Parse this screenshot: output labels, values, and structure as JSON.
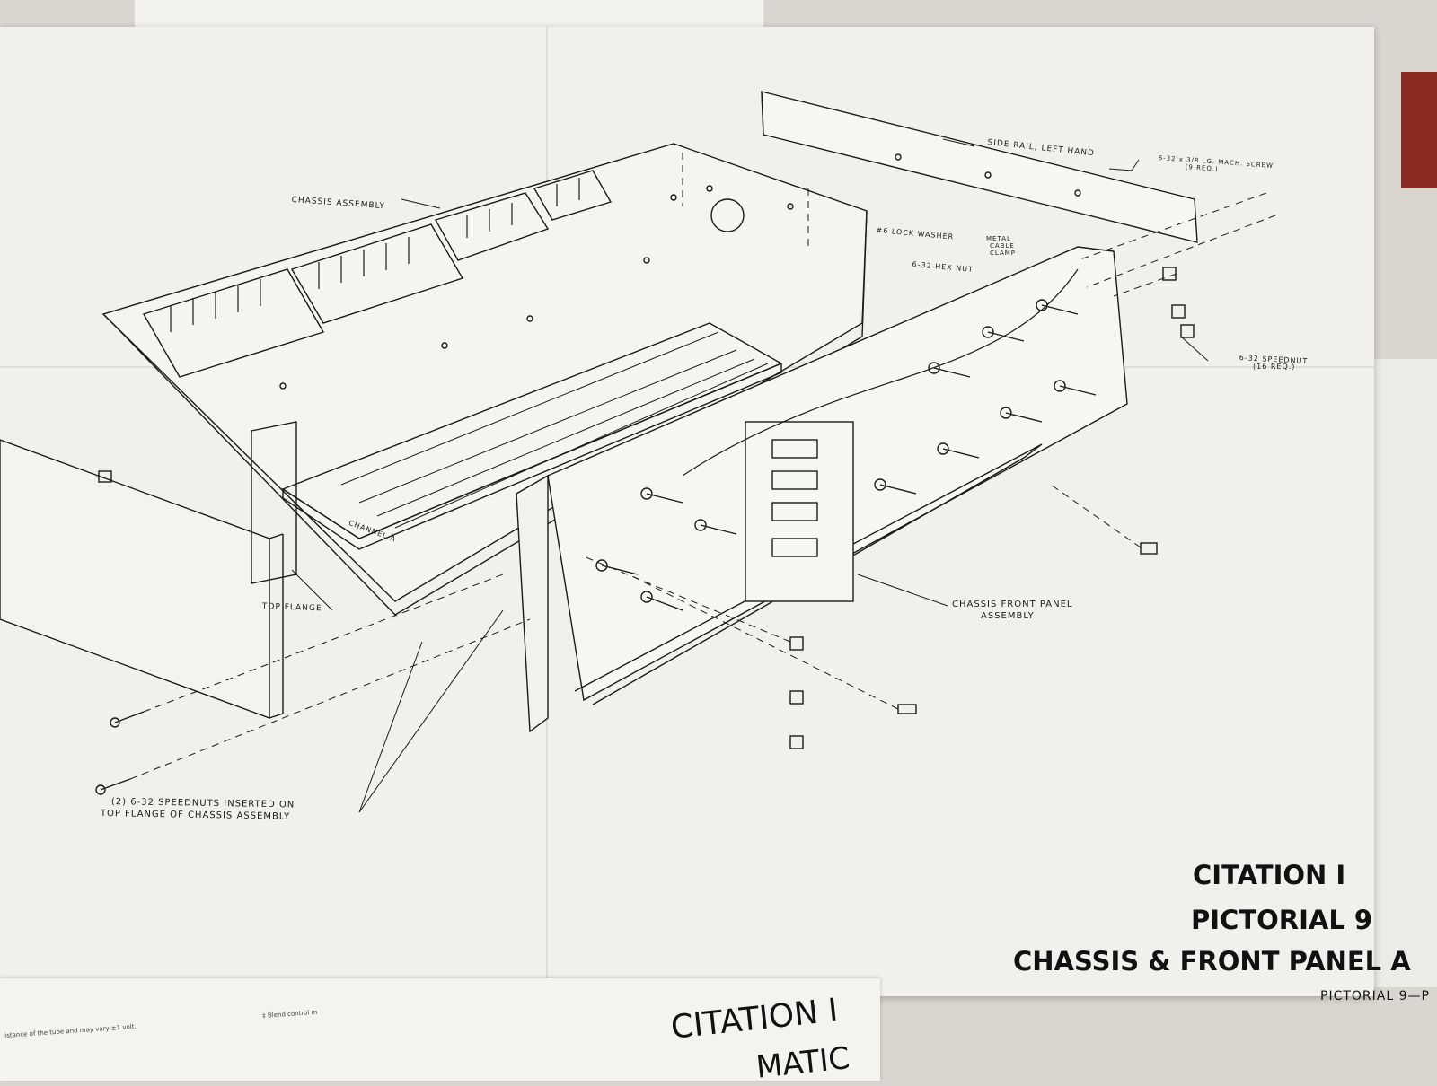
{
  "labels": {
    "side_rail": "SIDE RAIL, LEFT HAND",
    "mach_screw": "6-32 x 3/8 LG. MACH. SCREW",
    "mach_screw_qty": "(9 REQ.)",
    "chassis_assembly": "CHASSIS ASSEMBLY",
    "lock_washer": "#6 LOCK WASHER",
    "metal_cable_clamp_1": "METAL",
    "metal_cable_clamp_2": "CABLE",
    "metal_cable_clamp_3": "CLAMP",
    "hex_nut": "6-32 HEX NUT",
    "speednut": "6-32 SPEEDNUT",
    "speednut_qty": "(16 REQ.)",
    "channel_a": "CHANNEL A",
    "top_flange": "TOP FLANGE",
    "front_panel_1": "CHASSIS FRONT PANEL",
    "front_panel_2": "ASSEMBLY",
    "speednuts_note_1": "(2) 6-32 SPEEDNUTS INSERTED ON",
    "speednuts_note_2": "TOP FLANGE OF CHASSIS ASSEMBLY"
  },
  "title_block": {
    "line1": "CITATION I",
    "line2": "PICTORIAL 9",
    "line3": "CHASSIS & FRONT PANEL A",
    "footer": "PICTORIAL 9—P"
  },
  "bottom_sheet": {
    "title": "CITATION I",
    "subtitle": "MATIC",
    "note_left": "istance of the tube and may vary ±1 volt.",
    "note_mid": "‡ Blend control m"
  },
  "colors": {
    "paper": "#f1f0ec",
    "ink": "#1a1a1a",
    "background": "#d9d6d0"
  }
}
